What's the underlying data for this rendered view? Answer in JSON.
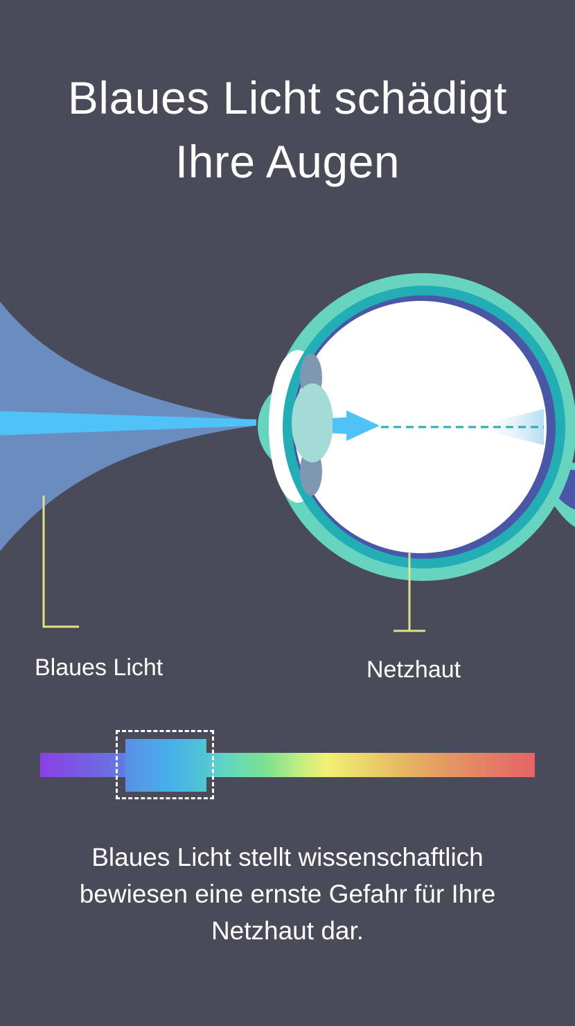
{
  "header": {
    "title_line1": "Blaues Licht schädigt",
    "title_line2": "Ihre Augen"
  },
  "illustration": {
    "label_light": "Blaues Licht",
    "label_retina": "Netzhaut",
    "icon": "eye-diagram",
    "colors": {
      "background": "#494b58",
      "light_cone": "#6a8cbf",
      "light_ray": "#4fc3f7",
      "eye_outer": "#66d4bf",
      "eye_inner_ring": "#22aeb4",
      "retina": "#4a56a6",
      "pointer_lines": "#e3e08e"
    }
  },
  "spectrum": {
    "icon": "light-spectrum-bar",
    "highlighted_band": "blue"
  },
  "description": {
    "line1": "Blaues Licht stellt wissenschaftlich",
    "line2": "bewiesen eine ernste Gefahr für Ihre",
    "line3": "Netzhaut dar."
  }
}
